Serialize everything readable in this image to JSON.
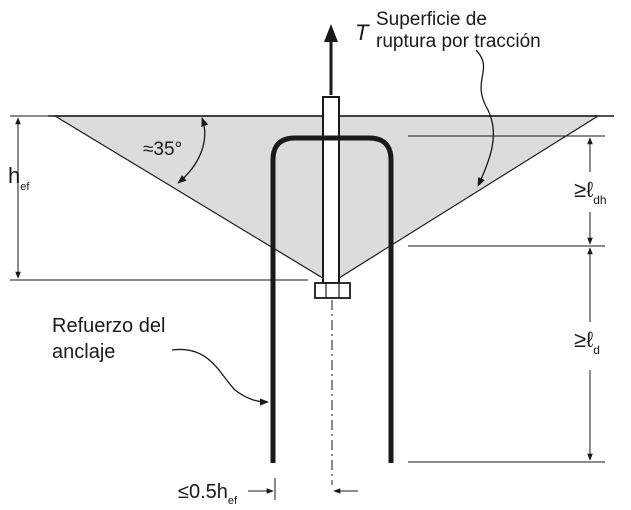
{
  "labels": {
    "tension_symbol": "T",
    "breakout_surface_line1": "Superficie de",
    "breakout_surface_line2": "ruptura por tracción",
    "angle": "≈35°",
    "hef_main": "h",
    "hef_sub": "ef",
    "ldh_prefix": "≥ℓ",
    "ldh_sub": "dh",
    "ld_prefix": "≥ℓ",
    "ld_sub": "d",
    "reinforcement_line1": "Refuerzo del",
    "reinforcement_line2": "anclaje",
    "spacing_prefix": "≤0.5h",
    "spacing_sub": "ef"
  },
  "colors": {
    "cone_fill": "#dcdcdc",
    "line": "#1a1a1a",
    "background": "#ffffff"
  }
}
